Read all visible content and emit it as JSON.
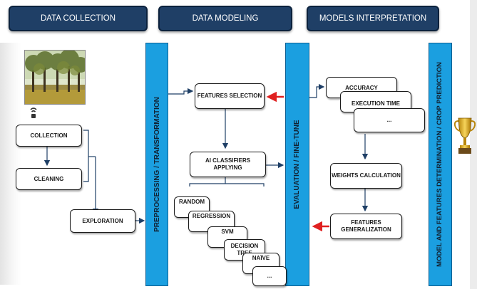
{
  "headers": {
    "data_collection": "DATA COLLECTION",
    "data_modeling": "DATA MODELING",
    "models_interpretation": "MODELS INTERPRETATION"
  },
  "bars": {
    "preprocessing": "PREPROCESSING / TRANSFORMATION",
    "evaluation": "EVALUATION / FINE-TUNE",
    "model_determination": "MODEL AND FEATURES DETERMINATION / CROP PREDICTION"
  },
  "collection": {
    "collection": "COLLECTION",
    "cleaning": "CLEANING",
    "exploration": "EXPLORATION"
  },
  "modeling": {
    "features_selection": "FEATURES SELECTION",
    "ai_classifiers": "AI CLASSIFIERS APPLYING",
    "classifiers": [
      "RANDOM",
      "REGRESSION",
      "SVM",
      "DECISION TREE",
      "NAÏVE",
      "..."
    ]
  },
  "interpretation": {
    "accuracy": "ACCURACY",
    "execution_time": "EXECUTION TIME",
    "more": "...",
    "weights": "WEIGHTS CALCULATION",
    "features_generalization": "FEATURES GENERALIZATION"
  },
  "icons": {
    "photo": "tree-landscape-photo",
    "sensor": "wireless-sensor-icon",
    "trophy": "trophy-icon"
  },
  "colors": {
    "header_bg": "#1f3f66",
    "bar_blue": "#1b9fe0",
    "feedback_arrow": "#e02020"
  }
}
